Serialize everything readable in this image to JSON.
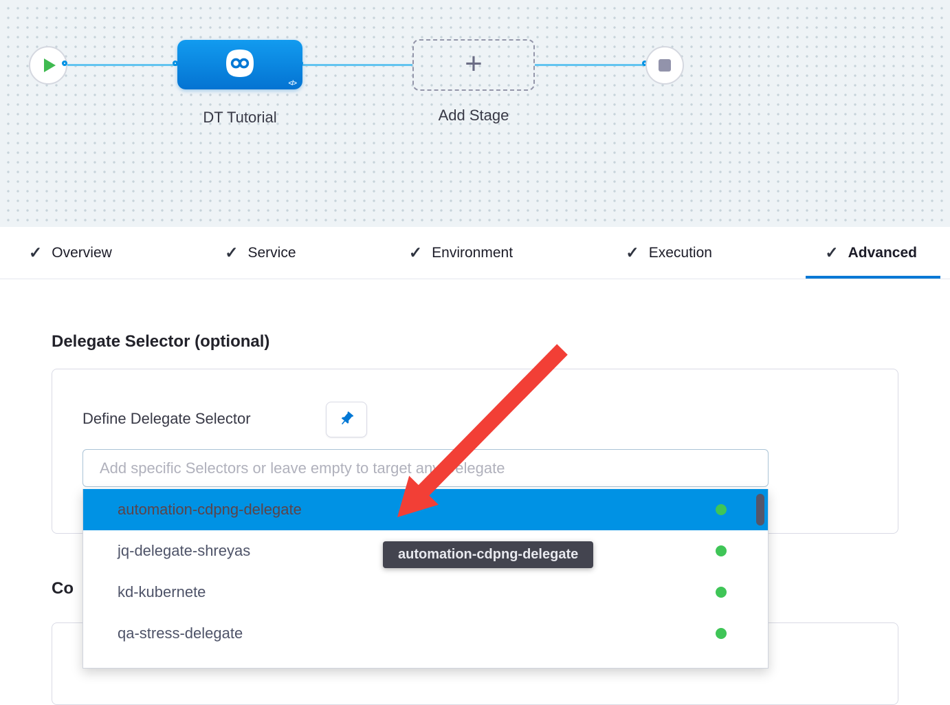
{
  "canvas": {
    "stage_label": "DT Tutorial",
    "add_stage_label": "Add Stage"
  },
  "tabs": [
    {
      "label": "Overview",
      "completed": true,
      "active": false
    },
    {
      "label": "Service",
      "completed": true,
      "active": false
    },
    {
      "label": "Environment",
      "completed": true,
      "active": false
    },
    {
      "label": "Execution",
      "completed": true,
      "active": false
    },
    {
      "label": "Advanced",
      "completed": true,
      "active": true
    }
  ],
  "advanced": {
    "section_title": "Delegate Selector (optional)",
    "field_label": "Define Delegate Selector",
    "input_value": "",
    "input_placeholder": "Add specific Selectors or leave empty to target any Delegate",
    "partial_heading": "Co",
    "dropdown_items": [
      {
        "label": "automation-cdpng-delegate",
        "status": "connected",
        "selected": true
      },
      {
        "label": "jq-delegate-shreyas",
        "status": "connected",
        "selected": false
      },
      {
        "label": "kd-kubernete",
        "status": "connected",
        "selected": false
      },
      {
        "label": "qa-stress-delegate",
        "status": "connected",
        "selected": false
      }
    ],
    "tooltip": "automation-cdpng-delegate"
  },
  "icons": {
    "start": "play-icon",
    "stop": "stop-icon",
    "stage": "harness-logo-icon",
    "add": "plus-icon",
    "pin": "pin-icon",
    "tab_check": "check-icon",
    "dd_status": "green-status-dot"
  },
  "colors": {
    "accent_blue": "#0278d5",
    "selection_blue": "#0092e4",
    "connector_blue": "#62c4f0",
    "status_green": "#3fc557",
    "arrow_red": "#f23f36",
    "canvas_bg": "#eef3f6"
  }
}
